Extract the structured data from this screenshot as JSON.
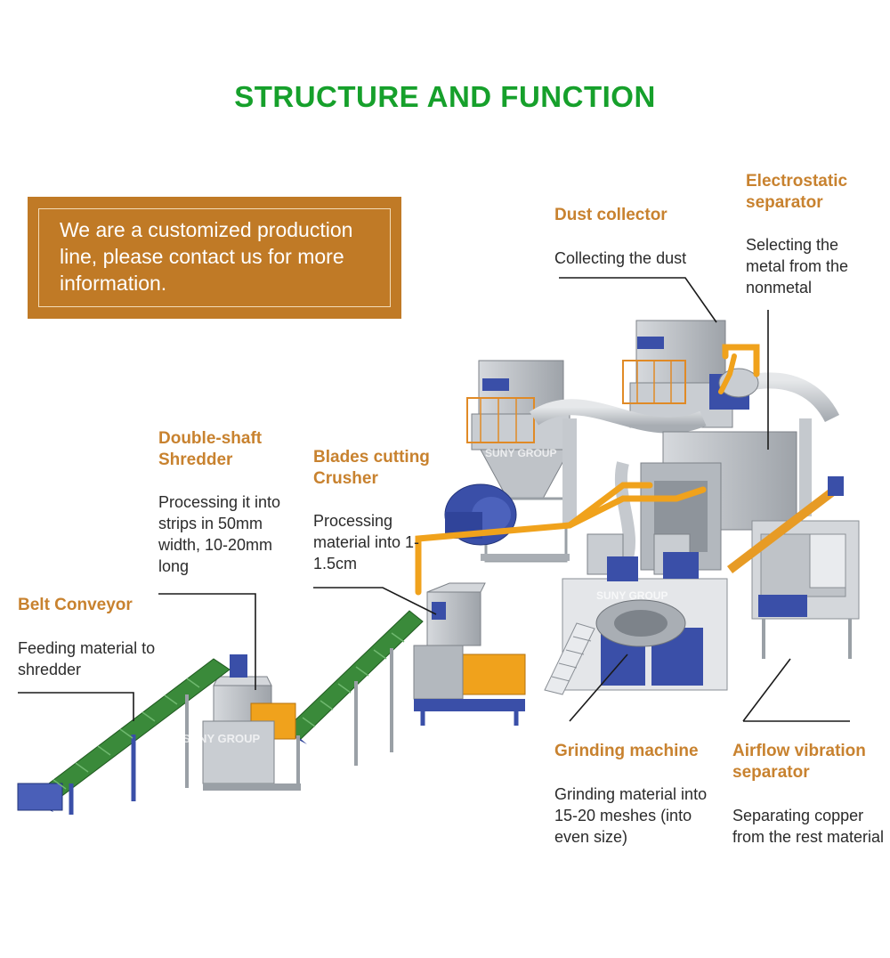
{
  "title": "STRUCTURE AND FUNCTION",
  "banner": {
    "text": "We are a customized production line, please contact us for more information."
  },
  "labels": {
    "dust_collector": {
      "title": "Dust collector",
      "text": "Collecting the dust"
    },
    "electrostatic_separator": {
      "title": "Electrostatic separator",
      "text": "Selecting the metal from the nonmetal"
    },
    "double_shaft_shredder": {
      "title": "Double-shaft Shredder",
      "text": "Processing it into strips in 50mm width, 10-20mm long"
    },
    "blades_cutting_crusher": {
      "title": "Blades cutting Crusher",
      "text": "Processing material into 1-1.5cm"
    },
    "belt_conveyor": {
      "title": "Belt Conveyor",
      "text": "Feeding material to shredder"
    },
    "grinding_machine": {
      "title": "Grinding machine",
      "text": "Grinding material into 15-20 meshes (into even size)"
    },
    "airflow_vibration_separator": {
      "title": "Airflow vibration separator",
      "text": "Separating copper from the rest material"
    }
  },
  "watermark": "SUNY GROUP",
  "colors": {
    "title_green": "#16a02b",
    "banner_brown": "#c07a26",
    "label_orange": "#c8822f",
    "belt_green": "#3a8a3a",
    "pipe_orange": "#f0a21c",
    "motor_blue": "#3a4fa8",
    "frame_gray": "#b8bcc2"
  }
}
